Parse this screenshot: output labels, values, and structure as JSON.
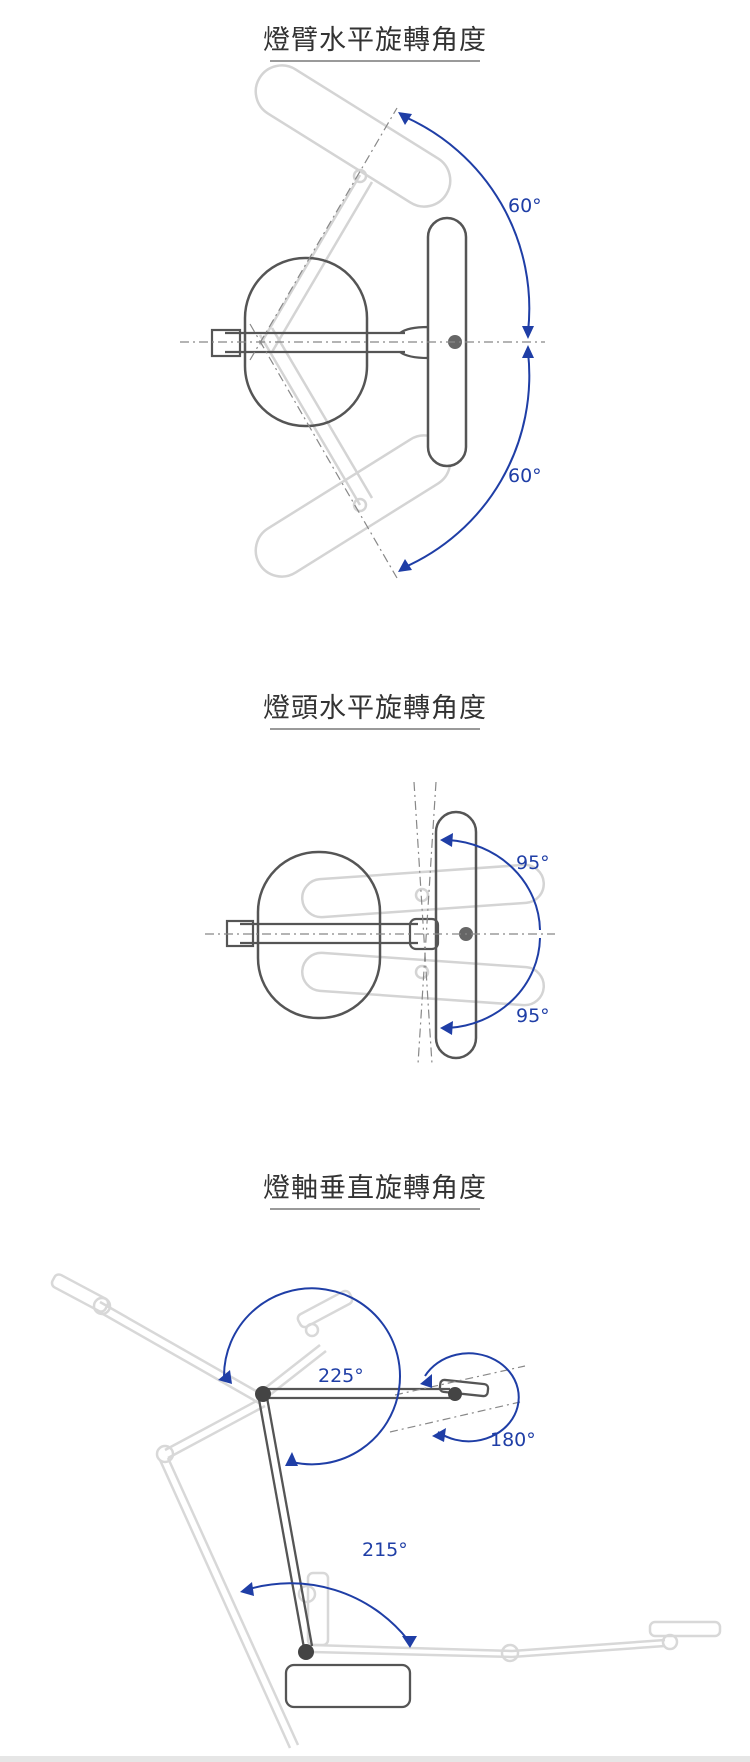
{
  "colors": {
    "accent": "#1f3ea6",
    "line": "#555555",
    "ghost": "#cfcfcf",
    "title": "#333333"
  },
  "sections": [
    {
      "title": "燈臂水平旋轉角度",
      "angles": [
        "60°",
        "60°"
      ]
    },
    {
      "title": "燈頭水平旋轉角度",
      "angles": [
        "95°",
        "95°"
      ]
    },
    {
      "title": "燈軸垂直旋轉角度",
      "angles": [
        "225°",
        "180°",
        "215°"
      ]
    }
  ]
}
